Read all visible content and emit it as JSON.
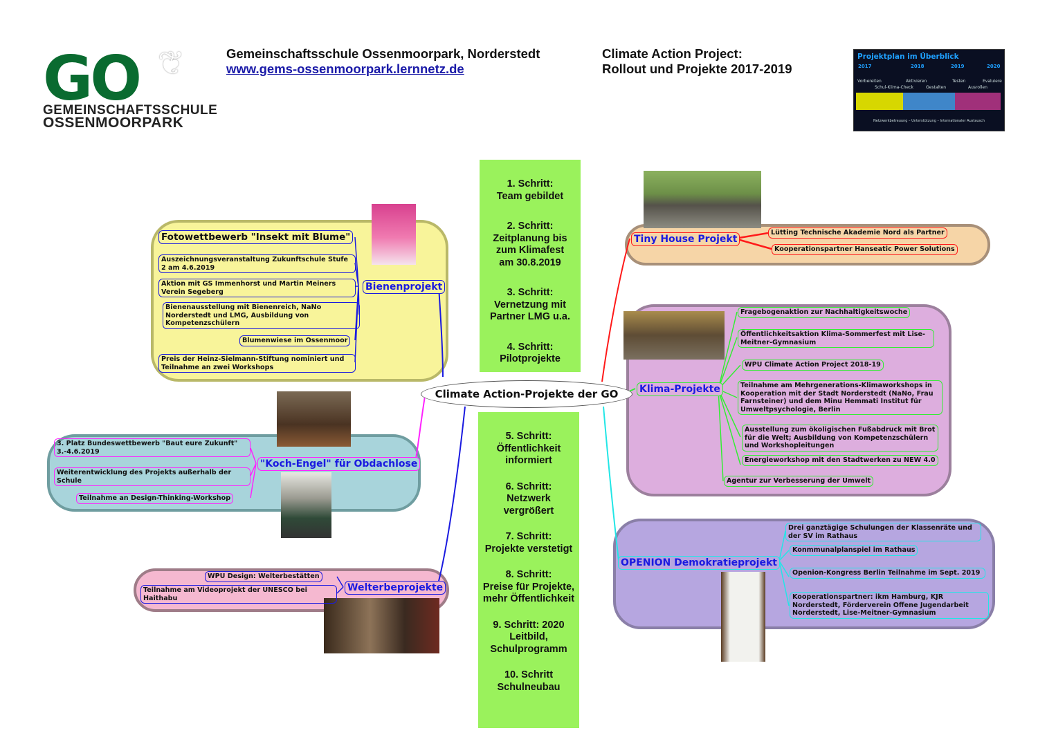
{
  "logo": {
    "text": "GO",
    "sub1": "GEMEINSCHAFTSSCHULE",
    "sub2": "OSSENMOORPARK"
  },
  "header": {
    "school": "Gemeinschaftsschule Ossenmoorpark, Norderstedt",
    "url": "www.gems-ossenmoorpark.lernnetz.de",
    "title1": "Climate Action Project:",
    "title2": "Rollout und Projekte 2017-2019"
  },
  "plan": {
    "title": "Projektplan im Überblick",
    "years": [
      "2017",
      "2018",
      "2019",
      "2020"
    ],
    "labels": [
      "Vorbereiten",
      "Aktivieren",
      "Testen",
      "Evaluiere",
      "Schul-Klima-Check",
      "Gestalten",
      "Ausrollen"
    ],
    "footer": "Netzwerkbetreuung – Unterstützung – Internationaler Austausch"
  },
  "center": "Climate Action-Projekte der GO",
  "steps_top": [
    "1. Schritt:\nTeam gebildet",
    "2. Schritt:\nZeitplanung bis\nzum Klimafest\nam 30.8.2019",
    "3. Schritt:\nVernetzung mit\nPartner LMG u.a.",
    "4. Schritt:\nPilotprojekte"
  ],
  "steps_bottom": [
    "5. Schritt:\nÖffentlichkeit\ninformiert",
    "6. Schritt:\nNetzwerk\nvergrößert",
    "7. Schritt:\nProjekte verstetigt",
    "8. Schritt:\nPreise für Projekte,\nmehr Öffentlichkeit",
    "9. Schritt: 2020\nLeitbild,\nSchulprogramm",
    "10. Schritt\nSchulneubau"
  ],
  "bienen": {
    "label": "Bienenprojekt",
    "items": [
      "Fotowettbewerb \"Insekt mit Blume\"",
      "Auszeichnungsveranstaltung Zukunftschule Stufe 2 am 4.6.2019",
      "Aktion mit GS Immenhorst und Martin Meiners Verein Segeberg",
      "Bienenausstellung mit Bienenreich, NaNo Norderstedt und LMG, Ausbildung von Kompetenzschülern",
      "Blumenwiese im Ossenmoor",
      "Preis der Heinz-Sielmann-Stiftung nominiert und Teilnahme an zwei Workshops"
    ]
  },
  "koch": {
    "label": "\"Koch-Engel\" für Obdachlose",
    "items": [
      "3. Platz Bundeswettbewerb \"Baut eure Zukunft\" 3.-4.6.2019",
      "Weiterentwicklung des Projekts außerhalb der Schule",
      "Teilnahme an Design-Thinking-Workshop"
    ]
  },
  "welterbe": {
    "label": "Welterbeprojekte",
    "items": [
      "WPU Design: Welterbestätten",
      "Teilnahme am Videoprojekt der UNESCO bei Haithabu"
    ]
  },
  "tiny": {
    "label": "Tiny House Projekt",
    "items": [
      "Lütting Technische Akademie Nord als Partner",
      "Kooperationspartner Hanseatic Power Solutions"
    ]
  },
  "klima": {
    "label": "Klima-Projekte",
    "items": [
      "Fragebogenaktion zur Nachhaltigkeitswoche",
      "Öffentlichkeitsaktion Klima-Sommerfest mit Lise-Meitner-Gymnasium",
      "WPU Climate Action Project 2018-19",
      "Teilnahme am Mehrgenerations-Klimaworkshops in Kooperation mit der Stadt Norderstedt (NaNo, Frau Farnsteiner) und dem Minu Hemmati Institut für Umweltpsychologie, Berlin",
      "Ausstellung zum ökoligischen Fußabdruck mit Brot für die Welt; Ausbildung von Kompetenzschülern und Workshopleitungen",
      "Energieworkshop mit den Stadtwerken zu NEW 4.0",
      "Agentur zur Verbesserung der Umwelt"
    ]
  },
  "openion": {
    "label": "OPENION Demokratieprojekt",
    "items": [
      "Drei ganztägige Schulungen der Klassenräte und der SV im Rathaus",
      "Konmmunalplanspiel im Rathaus",
      "Openion-Kongress Berlin Teilnahme im Sept. 2019",
      "Kooperationspartner: ikm Hamburg, KJR Norderstedt, Förderverein Offene Jugendarbeit Norderstedt, Lise-Meitner-Gymnasium"
    ]
  },
  "colors": {
    "green": "#9af25c",
    "blue": "#1a1ae0",
    "magenta": "#ff22ff",
    "red": "#ff1a1a",
    "lime": "#33ee33",
    "cyan": "#22e6e6"
  }
}
